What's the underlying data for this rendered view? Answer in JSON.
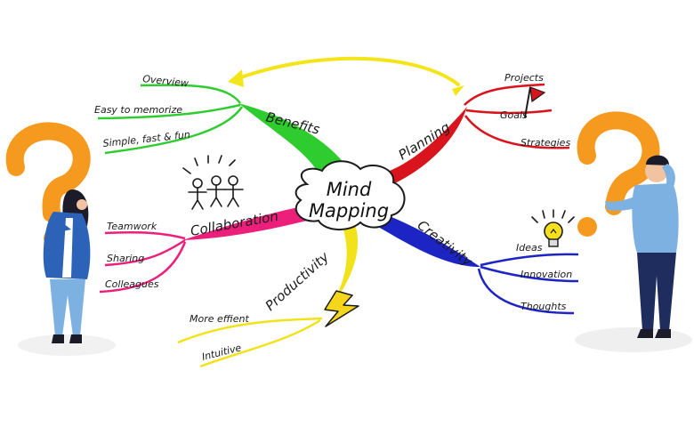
{
  "center": {
    "line1": "Mind",
    "line2": "Mapping"
  },
  "branches": {
    "benefits": {
      "label": "Benefits",
      "color": "#2ecc2e",
      "leaves": [
        "Overview",
        "Easy to memorize",
        "Simple, fast & fun"
      ]
    },
    "planning": {
      "label": "Planning",
      "color": "#d9141c",
      "leaves": [
        "Projects",
        "Goals",
        "Strategies"
      ]
    },
    "collaboration": {
      "label": "Collaboration",
      "color": "#ec1f7a",
      "leaves": [
        "Teamwork",
        "Sharing",
        "Colleagues"
      ]
    },
    "creativity": {
      "label": "Creativity",
      "color": "#1c25c4",
      "leaves": [
        "Ideas",
        "Innovation",
        "Thoughts"
      ]
    },
    "productivity": {
      "label": "Productivity",
      "color": "#f1e21a",
      "leaves": [
        "More effient",
        "Intuitive"
      ]
    }
  },
  "icons": {
    "flag": "flag-icon",
    "people": "stick-figures-icon",
    "bulb": "lightbulb-icon",
    "bolt": "lightning-icon",
    "question": "question-mark-icon",
    "arrow": "curved-arrow-icon"
  },
  "colors": {
    "question_mark": "#f59a1e",
    "arrow": "#f3e51a"
  }
}
